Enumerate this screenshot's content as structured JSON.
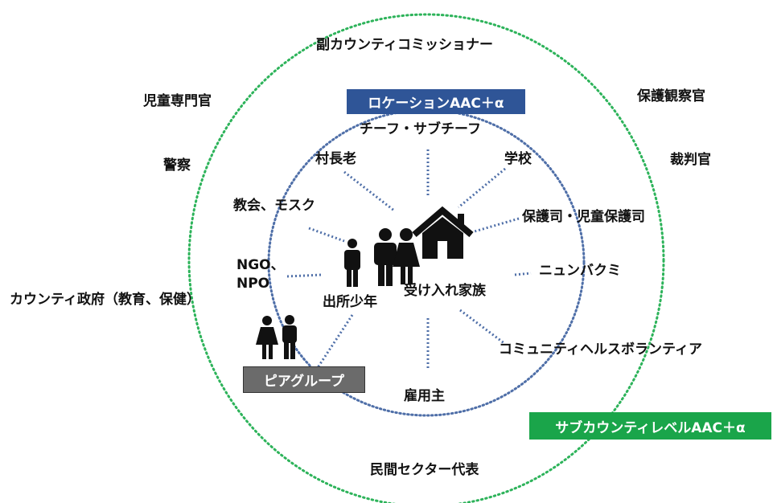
{
  "outer_labels": {
    "deputy_commissioner": "副カウンティコミッショナー",
    "child_officer": "児童専門官",
    "probation_officer": "保護観察官",
    "police": "警察",
    "judge": "裁判官",
    "county_government": "カウンティ政府（教育、保健）",
    "private_sector": "民間セクター代表"
  },
  "inner_labels": {
    "chief": "チーフ・サブチーフ",
    "elders": "村長老",
    "school": "学校",
    "church_mosque": "教会、モスク",
    "protection_officer": "保護司・児童保護司",
    "ngo": "NGO、",
    "npo": "NPO",
    "nyumba_kumi": "ニュンバクミ",
    "released_youth": "出所少年",
    "host_family": "受け入れ家族",
    "chv": "コミュニティヘルスボランティア",
    "employer": "雇用主"
  },
  "boxes": {
    "location_aac": "ロケーションAAC＋α",
    "subcounty_aac": "サブカウンティレベルAAC＋α",
    "peer_group": "ピアグループ"
  },
  "colors": {
    "outer_ring": "#2db35a",
    "inner_ring": "#4f6fa8",
    "location_box": "#2f5597",
    "subcounty_box": "#1aa54a",
    "peer_box": "#6b6b6b",
    "figure": "#111111"
  }
}
